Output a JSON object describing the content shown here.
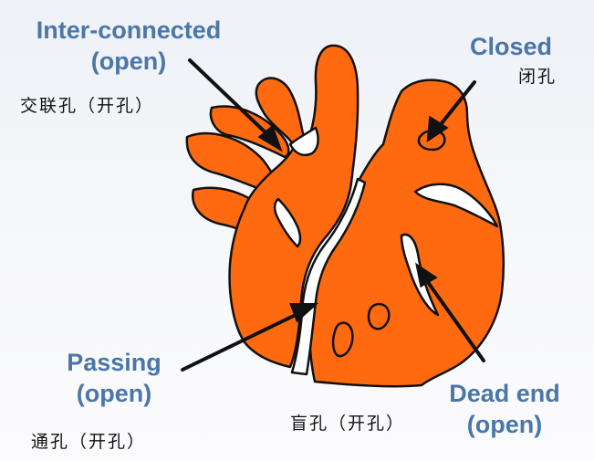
{
  "labels": {
    "interconnected": {
      "line1": "Inter-connected",
      "line2": "(open)",
      "cn": "交联孔（开孔）"
    },
    "closed": {
      "line1": "Closed",
      "cn": "闭孔"
    },
    "passing": {
      "line1": "Passing",
      "line2": "(open)",
      "cn": "通孔（开孔）"
    },
    "dead_end": {
      "line1": "Dead end",
      "line2": "(open)",
      "cn": "盲孔（开孔）"
    }
  },
  "colors": {
    "rock": "#ff6a10",
    "outline": "#111111",
    "label_blue": "#4a76a8",
    "pore": "#ffffff"
  }
}
